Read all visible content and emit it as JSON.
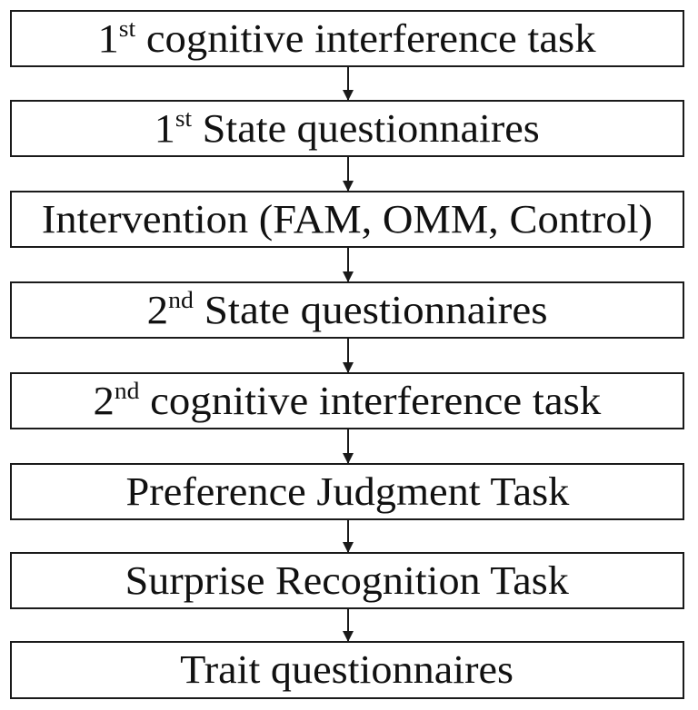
{
  "diagram": {
    "type": "flowchart",
    "direction": "top-to-bottom",
    "steps": [
      {
        "ordinal": "1",
        "sup": "st",
        "text": "cognitive interference task"
      },
      {
        "ordinal": "1",
        "sup": "st",
        "text": "State questionnaires"
      },
      {
        "ordinal": "",
        "sup": "",
        "text": "Intervention (FAM, OMM, Control)"
      },
      {
        "ordinal": "2",
        "sup": "nd",
        "text": "State questionnaires"
      },
      {
        "ordinal": "2",
        "sup": "nd",
        "text": "cognitive interference task"
      },
      {
        "ordinal": "",
        "sup": "",
        "text": "Preference Judgment Task"
      },
      {
        "ordinal": "",
        "sup": "",
        "text": "Surprise Recognition Task"
      },
      {
        "ordinal": "",
        "sup": "",
        "text": "Trait questionnaires"
      }
    ],
    "colors": {
      "stroke": "#1a1a1a",
      "text": "#111111",
      "background": "#ffffff"
    }
  }
}
